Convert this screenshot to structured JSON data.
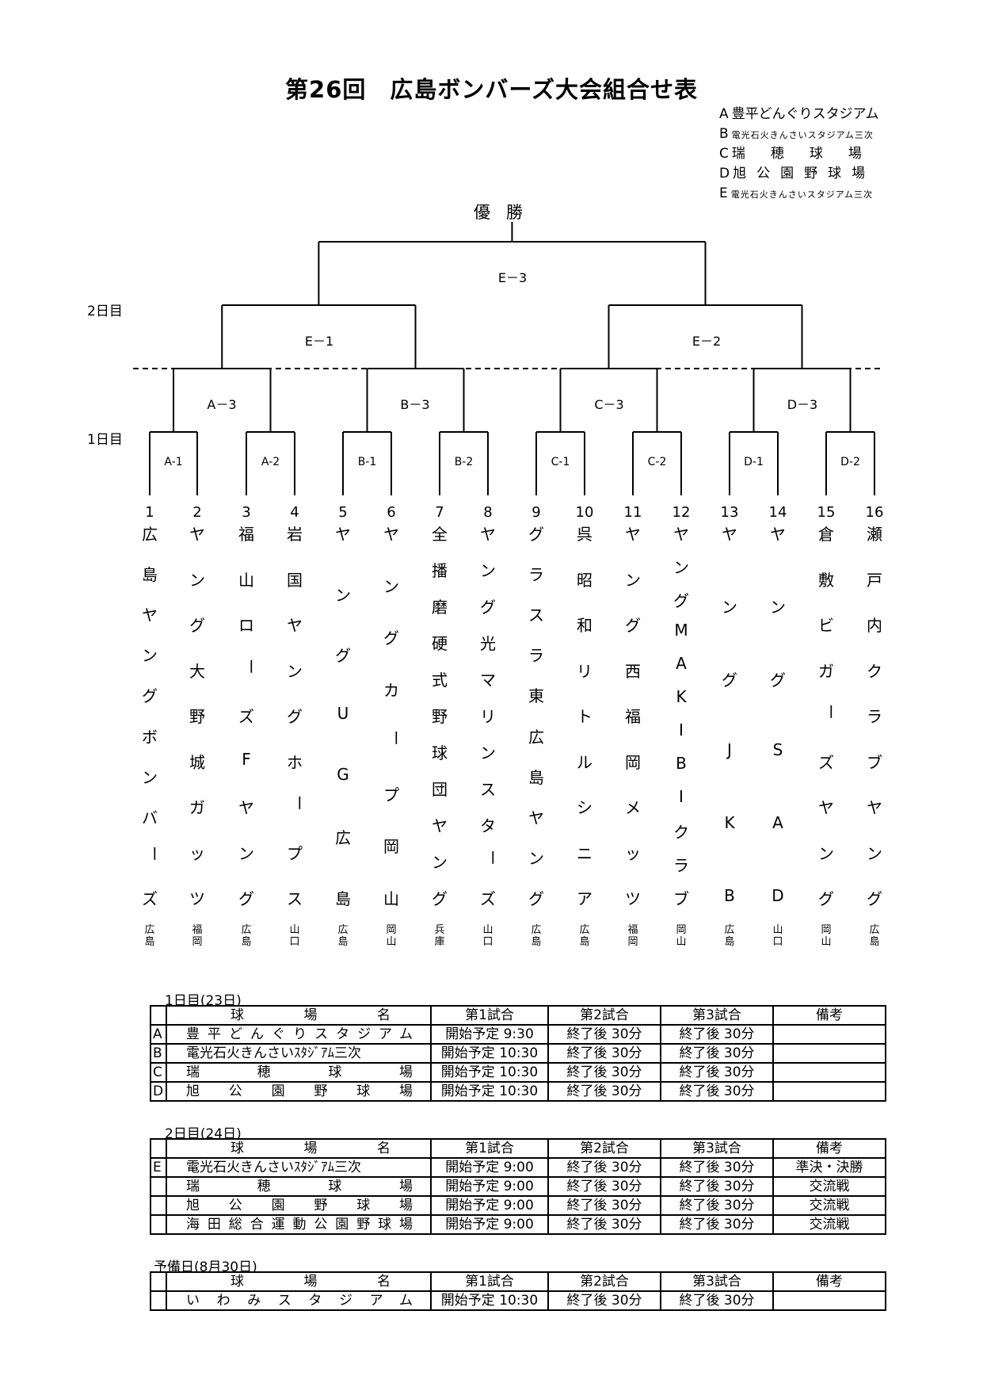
{
  "title": "第26回　広島ボンバーズ大会組合せ表",
  "legend": [
    {
      "code": "A",
      "name": "豊平どんぐりスタジアム",
      "style": "normal"
    },
    {
      "code": "B",
      "name": "電光石火きんさいスタジアム三次",
      "style": "small"
    },
    {
      "code": "C",
      "name": "瑞穂球場",
      "style": "spread2"
    },
    {
      "code": "D",
      "name": "旭公園野球場",
      "style": "spread"
    },
    {
      "code": "E",
      "name": "電光石火きんさいスタジアム三次",
      "style": "small"
    }
  ],
  "champion": "優勝",
  "day_labels": {
    "day2": "2日目",
    "day1": "1日目"
  },
  "matches": {
    "final": "E－3",
    "semi1": "E－1",
    "semi2": "E－2",
    "q1": "A－3",
    "q2": "B－3",
    "q3": "C－3",
    "q4": "D－3",
    "r1": [
      "A-1",
      "A-2",
      "B-1",
      "B-2",
      "C-1",
      "C-2",
      "D-1",
      "D-2"
    ]
  },
  "teams": [
    {
      "num": "1",
      "name": "広島ヤングボンバーズ",
      "pref": "広島"
    },
    {
      "num": "2",
      "name": "ヤング大野城ガッツ",
      "pref": "福岡"
    },
    {
      "num": "3",
      "name": "福山ローズFヤング",
      "pref": "広島"
    },
    {
      "num": "4",
      "name": "岩国ヤングホープス",
      "pref": "山口"
    },
    {
      "num": "5",
      "name": "ヤングUG広島",
      "pref": "広島"
    },
    {
      "num": "6",
      "name": "ヤングカープ岡山",
      "pref": "岡山"
    },
    {
      "num": "7",
      "name": "全播磨硬式野球団ヤング",
      "pref": "兵庫"
    },
    {
      "num": "8",
      "name": "ヤング光マリンスターズ",
      "pref": "山口"
    },
    {
      "num": "9",
      "name": "グラスラ東広島ヤング",
      "pref": "広島"
    },
    {
      "num": "10",
      "name": "呉昭和リトルシニア",
      "pref": "広島"
    },
    {
      "num": "11",
      "name": "ヤング西福岡メッツ",
      "pref": "福岡"
    },
    {
      "num": "12",
      "name": "ヤングMAKIBIクラブ",
      "pref": "岡山"
    },
    {
      "num": "13",
      "name": "ヤングJKB",
      "pref": "広島"
    },
    {
      "num": "14",
      "name": "ヤングSAD",
      "pref": "山口"
    },
    {
      "num": "15",
      "name": "倉敷ビガーズヤング",
      "pref": "岡山"
    },
    {
      "num": "16",
      "name": "瀬戸内クラブヤング",
      "pref": "広島"
    }
  ],
  "schedule": [
    {
      "label": "1日目(23日)",
      "header": [
        "球　場　名",
        "第1試合",
        "第2試合",
        "第3試合",
        "備考"
      ],
      "rows": [
        {
          "code": "A",
          "venue": "豊平どんぐりスタジアム",
          "g1": "開始予定 9:30",
          "g2": "終了後 30分",
          "g3": "終了後 30分",
          "note": ""
        },
        {
          "code": "B",
          "venue": "電光石火きんさいｽﾀｼﾞｱﾑ三次",
          "g1": "開始予定 10:30",
          "g2": "終了後 30分",
          "g3": "終了後 30分",
          "note": ""
        },
        {
          "code": "C",
          "venue": "瑞穂球場",
          "g1": "開始予定 10:30",
          "g2": "終了後 30分",
          "g3": "終了後 30分",
          "note": ""
        },
        {
          "code": "D",
          "venue": "旭公園野球場",
          "g1": "開始予定 10:30",
          "g2": "終了後 30分",
          "g3": "終了後 30分",
          "note": ""
        }
      ]
    },
    {
      "label": "2日目(24日)",
      "header": [
        "球　場　名",
        "第1試合",
        "第2試合",
        "第3試合",
        "備考"
      ],
      "rows": [
        {
          "code": "E",
          "venue": "電光石火きんさいｽﾀｼﾞｱﾑ三次",
          "g1": "開始予定 9:00",
          "g2": "終了後 30分",
          "g3": "終了後 30分",
          "note": "準決・決勝"
        },
        {
          "code": "",
          "venue": "瑞穂球場",
          "g1": "開始予定 9:00",
          "g2": "終了後 30分",
          "g3": "終了後 30分",
          "note": "交流戦"
        },
        {
          "code": "",
          "venue": "旭公園野球場",
          "g1": "開始予定 9:00",
          "g2": "終了後 30分",
          "g3": "終了後 30分",
          "note": "交流戦"
        },
        {
          "code": "",
          "venue": "海田総合運動公園野球場",
          "g1": "開始予定 9:00",
          "g2": "終了後 30分",
          "g3": "終了後 30分",
          "note": "交流戦"
        }
      ]
    },
    {
      "label": "予備日(8月30日)",
      "header": [
        "球　場　名",
        "第1試合",
        "第2試合",
        "第3試合",
        "備考"
      ],
      "rows": [
        {
          "code": "",
          "venue": "いわみスタジアム",
          "g1": "開始予定 10:30",
          "g2": "終了後 30分",
          "g3": "終了後 30分",
          "note": ""
        }
      ]
    }
  ]
}
